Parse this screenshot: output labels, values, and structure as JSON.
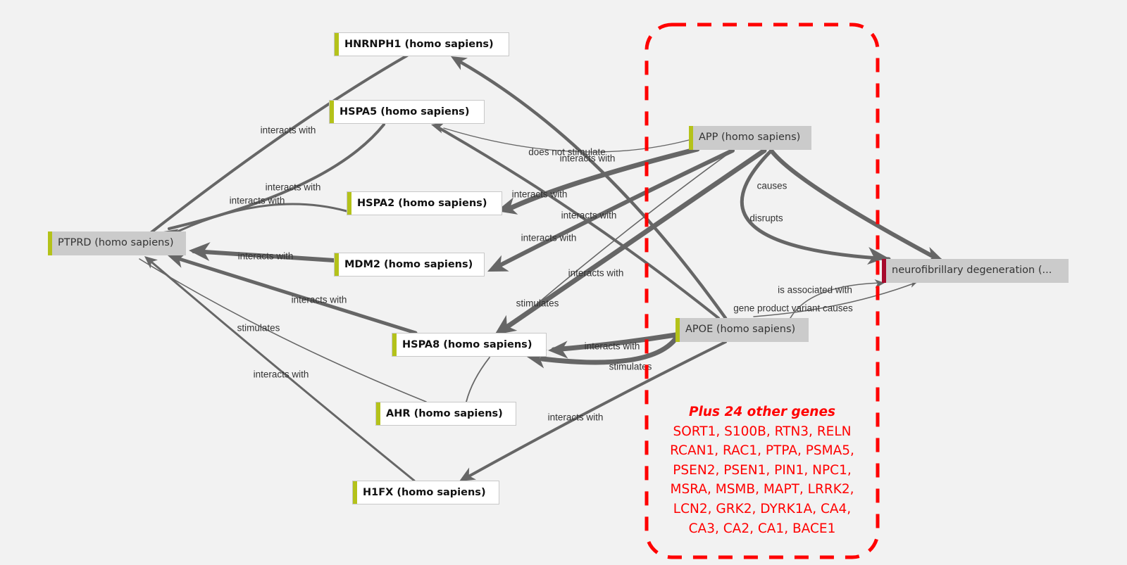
{
  "graph": {
    "nodes": [
      {
        "id": "HNRNPH1",
        "label": "HNRNPH1 (homo sapiens)",
        "kind": "gene"
      },
      {
        "id": "HSPA5",
        "label": "HSPA5 (homo sapiens)",
        "kind": "gene"
      },
      {
        "id": "HSPA2",
        "label": "HSPA2 (homo sapiens)",
        "kind": "gene"
      },
      {
        "id": "MDM2",
        "label": "MDM2 (homo sapiens)",
        "kind": "gene"
      },
      {
        "id": "HSPA8",
        "label": "HSPA8 (homo sapiens)",
        "kind": "gene"
      },
      {
        "id": "AHR",
        "label": "AHR (homo sapiens)",
        "kind": "gene"
      },
      {
        "id": "H1FX",
        "label": "H1FX (homo sapiens)",
        "kind": "gene"
      },
      {
        "id": "PTPRD",
        "label": "PTPRD (homo sapiens)",
        "kind": "focus"
      },
      {
        "id": "APP",
        "label": "APP (homo sapiens)",
        "kind": "focus"
      },
      {
        "id": "APOE",
        "label": "APOE (homo sapiens)",
        "kind": "focus"
      },
      {
        "id": "NFD",
        "label": "neurofibrillary degeneration (...",
        "kind": "disease"
      }
    ],
    "edges": [
      {
        "from": "HNRNPH1",
        "to": "PTPRD",
        "label": "interacts with"
      },
      {
        "from": "HSPA5",
        "to": "PTPRD",
        "label": "interacts with"
      },
      {
        "from": "HSPA2",
        "to": "PTPRD",
        "label": "interacts with"
      },
      {
        "from": "MDM2",
        "to": "PTPRD",
        "label": "interacts with"
      },
      {
        "from": "HSPA8",
        "to": "PTPRD",
        "label": "interacts with"
      },
      {
        "from": "AHR",
        "to": "PTPRD",
        "label": "stimulates"
      },
      {
        "from": "H1FX",
        "to": "PTPRD",
        "label": "interacts with"
      },
      {
        "from": "APP",
        "to": "HSPA5",
        "label": "does not stimulate"
      },
      {
        "from": "APOE",
        "to": "HNRNPH1",
        "label": "interacts with"
      },
      {
        "from": "APP",
        "to": "HSPA2",
        "label": "interacts with"
      },
      {
        "from": "APOE",
        "to": "HSPA5",
        "label": "interacts with"
      },
      {
        "from": "APP",
        "to": "MDM2",
        "label": "interacts with"
      },
      {
        "from": "APP",
        "to": "HSPA8",
        "label": "interacts with"
      },
      {
        "from": "APP",
        "to": "HSPA8",
        "label": "stimulates"
      },
      {
        "from": "APOE",
        "to": "HSPA8",
        "label": "interacts with"
      },
      {
        "from": "APOE",
        "to": "HSPA8",
        "label": "stimulates"
      },
      {
        "from": "AHR",
        "to": "HSPA8",
        "label": ""
      },
      {
        "from": "APOE",
        "to": "H1FX",
        "label": "interacts with"
      },
      {
        "from": "APP",
        "to": "NFD",
        "label": "causes"
      },
      {
        "from": "APP",
        "to": "NFD",
        "label": "disrupts"
      },
      {
        "from": "APOE",
        "to": "NFD",
        "label": "is associated with"
      },
      {
        "from": "APOE",
        "to": "NFD",
        "label": "gene product variant causes"
      }
    ]
  },
  "annotation": {
    "title": "Plus 24 other genes",
    "lines": [
      "SORT1, S100B, RTN3, RELN",
      "RCAN1, RAC1, PTPA, PSMA5,",
      "PSEN2, PSEN1, PIN1, NPC1,",
      "MSRA, MSMB, MAPT, LRRK2,",
      "LCN2, GRK2, DYRK1A, CA4,",
      "CA3, CA2, CA1, BACE1"
    ],
    "color": "#ff0000"
  },
  "colors": {
    "edge": "#666666",
    "gene_bar": "#b4c21a",
    "disease_bar": "#a60a2c",
    "focus_node_bg": "#cbcbcb",
    "background": "#f2f2f2"
  }
}
